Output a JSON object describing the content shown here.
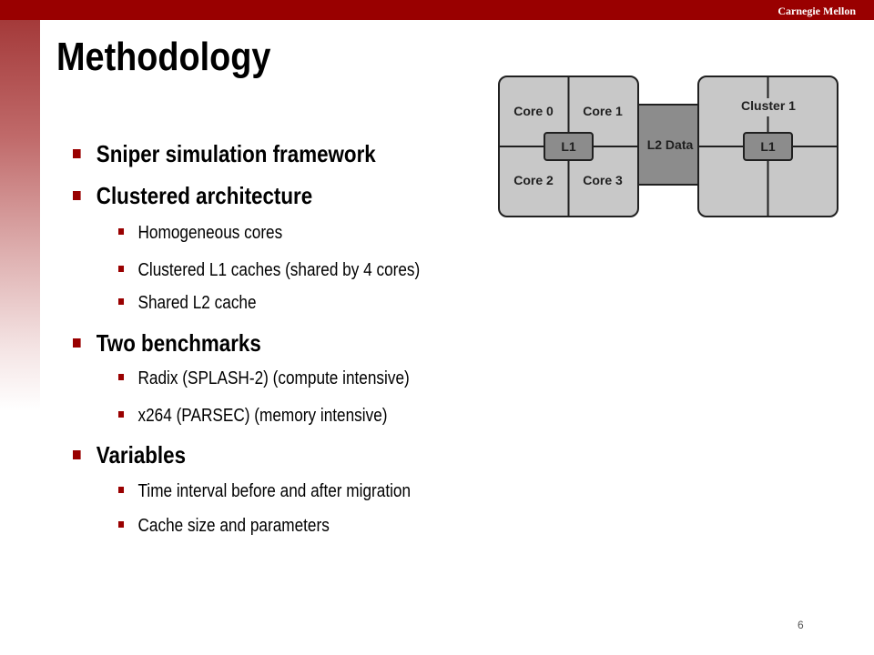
{
  "header": {
    "brand": "Carnegie Mellon"
  },
  "slide": {
    "title": "Methodology",
    "page_number": "6"
  },
  "bullets": [
    {
      "text": "Sniper simulation framework",
      "sub": []
    },
    {
      "text": "Clustered architecture",
      "sub": [
        "Homogeneous cores",
        "Clustered L1 caches (shared by 4 cores)",
        "Shared L2 cache"
      ]
    },
    {
      "text": "Two benchmarks",
      "sub": [
        "Radix (SPLASH-2) (compute intensive)",
        "x264 (PARSEC) (memory intensive)"
      ]
    },
    {
      "text": "Variables",
      "sub": [
        "Time interval before and after migration",
        "Cache size and parameters"
      ]
    }
  ],
  "diagram": {
    "cores": [
      "Core 0",
      "Core 1",
      "Core 2",
      "Core 3"
    ],
    "l1_label": "L1",
    "l2_label": "L2 Data",
    "cluster_label": "Cluster 1",
    "colors": {
      "cluster_fill": "#c8c8c8",
      "l2_fill": "#8c8c8c",
      "l1_fill": "#8c8c8c",
      "stroke": "#202020"
    }
  }
}
